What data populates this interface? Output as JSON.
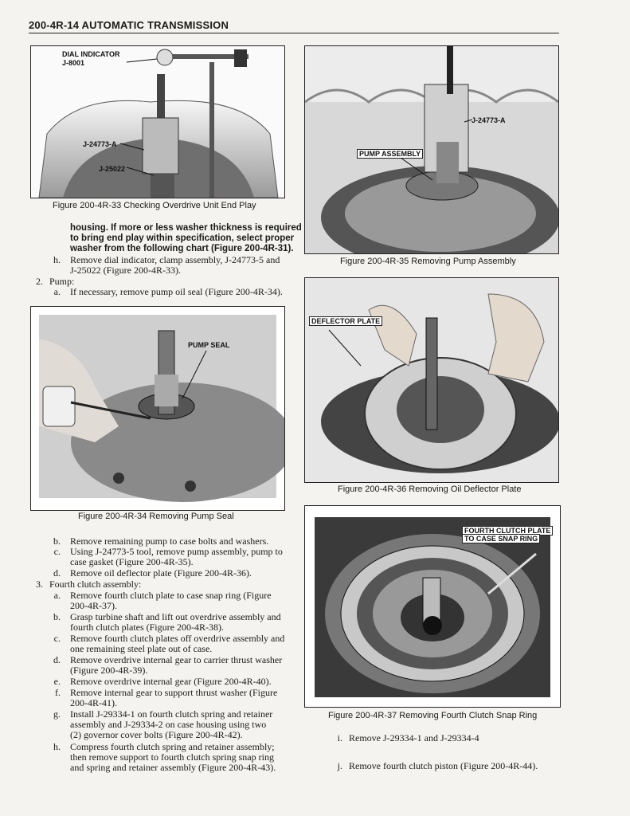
{
  "header": {
    "title": "200-4R-14 AUTOMATIC TRANSMISSION"
  },
  "figures": {
    "f33": {
      "caption": "Figure 200-4R-33 Checking Overdrive Unit End Play",
      "callouts": [
        "DIAL INDICATOR",
        "J-8001",
        "J-24773-A",
        "J-25022"
      ]
    },
    "f35": {
      "caption": "Figure 200-4R-35 Removing Pump Assembly",
      "callouts": [
        "J-24773-A",
        "PUMP ASSEMBLY"
      ]
    },
    "f34": {
      "caption": "Figure 200-4R-34 Removing Pump Seal",
      "callouts": [
        "PUMP SEAL"
      ]
    },
    "f36": {
      "caption": "Figure 200-4R-36 Removing Oil Deflector Plate",
      "callouts": [
        "DEFLECTOR PLATE"
      ]
    },
    "f37": {
      "caption": "Figure 200-4R-37 Removing Fourth Clutch Snap Ring",
      "callouts": [
        "FOURTH CLUTCH PLATE",
        "TO CASE SNAP RING"
      ]
    }
  },
  "left_text": {
    "bold_lines": [
      "housing. If more or less washer thickness is required",
      "to bring end play within specification, select proper",
      "washer from the following chart (Figure 200-4R-31)."
    ],
    "step_h1": {
      "label": "h.",
      "lines": [
        "Remove dial indicator, clamp assembly, J-24773-5 and",
        "J-25022 (Figure 200-4R-33)."
      ]
    },
    "step_2": {
      "label": "2.",
      "lines": [
        "Pump:"
      ]
    },
    "step_a1": {
      "label": "a.",
      "lines": [
        "If necessary, remove pump oil seal (Figure 200-4R-34)."
      ]
    },
    "step_b1": {
      "label": "b.",
      "lines": [
        "Remove remaining pump to case bolts and washers."
      ]
    },
    "step_c1": {
      "label": "c.",
      "lines": [
        "Using J-24773-5 tool, remove pump assembly, pump to",
        "case gasket (Figure 200-4R-35)."
      ]
    },
    "step_d1": {
      "label": "d.",
      "lines": [
        "Remove oil deflector plate (Figure 200-4R-36)."
      ]
    },
    "step_3": {
      "label": "3.",
      "lines": [
        "Fourth clutch assembly:"
      ]
    },
    "step_a2": {
      "label": "a.",
      "lines": [
        "Remove fourth clutch plate to case snap ring (Figure",
        "200-4R-37)."
      ]
    },
    "step_b2": {
      "label": "b.",
      "lines": [
        "Grasp turbine shaft and lift out overdrive assembly and",
        "fourth clutch plates (Figure 200-4R-38)."
      ]
    },
    "step_c2": {
      "label": "c.",
      "lines": [
        "Remove fourth clutch plates off overdrive assembly and",
        "one remaining steel plate out of case."
      ]
    },
    "step_d2": {
      "label": "d.",
      "lines": [
        "Remove overdrive internal gear to carrier thrust washer",
        "(Figure 200-4R-39)."
      ]
    },
    "step_e": {
      "label": "e.",
      "lines": [
        "Remove overdrive internal gear (Figure 200-4R-40)."
      ]
    },
    "step_f": {
      "label": "f.",
      "lines": [
        "Remove internal gear to support thrust washer (Figure",
        "200-4R-41)."
      ]
    },
    "step_g": {
      "label": "g.",
      "lines": [
        "Install J-29334-1 on fourth clutch spring and retainer",
        "assembly and J-29334-2 on case housing using two",
        "(2) governor cover bolts (Figure 200-4R-42)."
      ]
    },
    "step_h2": {
      "label": "h.",
      "lines": [
        "Compress fourth clutch spring and retainer assembly;",
        "then remove support to fourth clutch spring snap ring",
        "and spring and retainer assembly (Figure 200-4R-43)."
      ]
    }
  },
  "right_text": {
    "step_i": {
      "label": "i.",
      "lines": [
        "Remove J-29334-1 and J-29334-4"
      ]
    },
    "step_j": {
      "label": "j.",
      "lines": [
        "Remove fourth clutch piston (Figure 200-4R-44)."
      ]
    }
  }
}
